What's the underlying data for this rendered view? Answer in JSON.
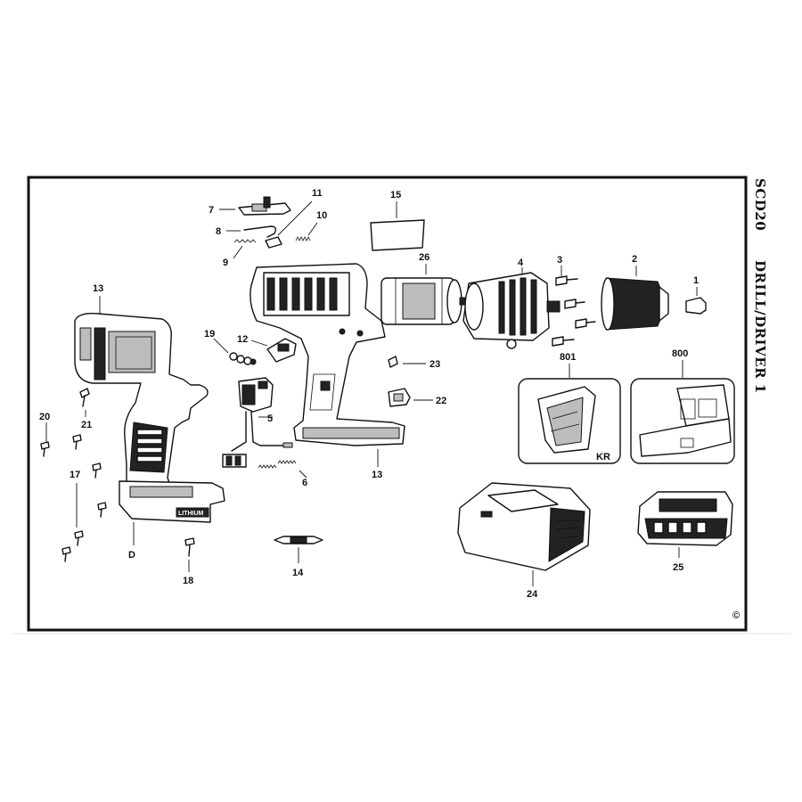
{
  "title": {
    "model": "SCD20",
    "description": "DRILL/DRIVER 1"
  },
  "copyright_mark": "©",
  "battery_text": "LITHIUM",
  "kit_code": "KR",
  "callouts": {
    "c1": "1",
    "c2": "2",
    "c3": "3",
    "c4": "4",
    "c5": "5",
    "c6": "6",
    "c7": "7",
    "c8": "8",
    "c9": "9",
    "c10": "10",
    "c11": "11",
    "c12": "12",
    "c13_left": "13",
    "c13_bottom": "13",
    "c14": "14",
    "c15": "15",
    "c17": "17",
    "c18": "18",
    "c19": "19",
    "c20": "20",
    "c21": "21",
    "c22": "22",
    "c23": "23",
    "c24": "24",
    "c25": "25",
    "c26": "26",
    "c800": "800",
    "c801": "801",
    "cD": "D"
  }
}
